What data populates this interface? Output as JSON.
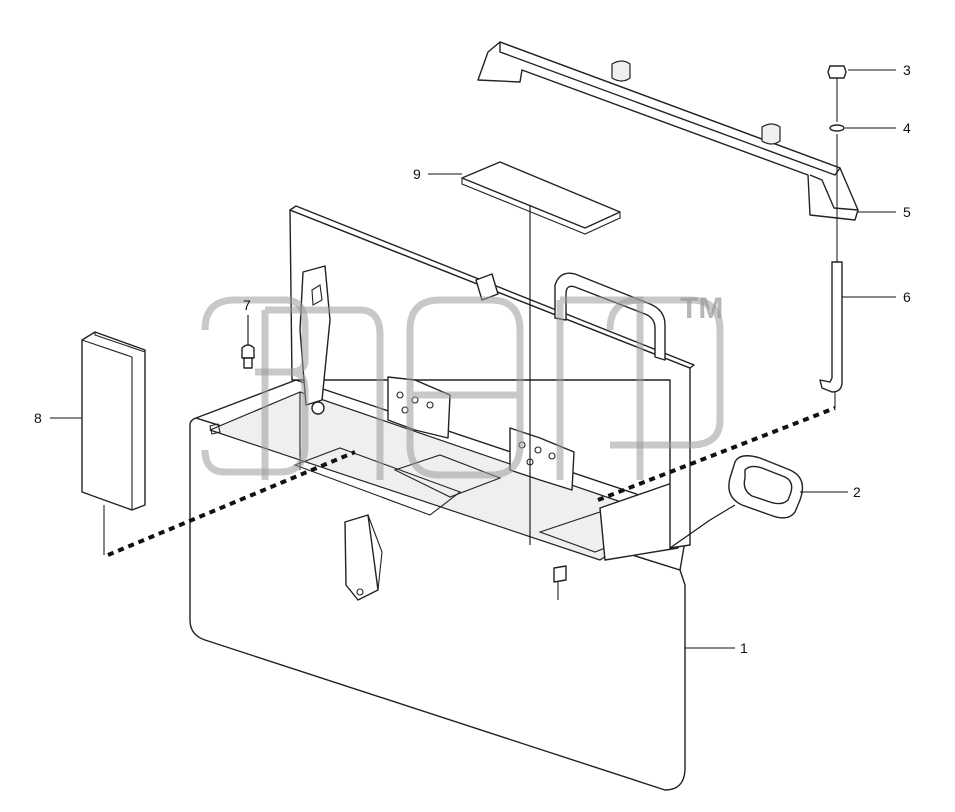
{
  "diagram": {
    "callouts": [
      {
        "id": "c1",
        "label": "1"
      },
      {
        "id": "c2",
        "label": "2"
      },
      {
        "id": "c3",
        "label": "3"
      },
      {
        "id": "c4",
        "label": "4"
      },
      {
        "id": "c5",
        "label": "5"
      },
      {
        "id": "c6",
        "label": "6"
      },
      {
        "id": "c7",
        "label": "7"
      },
      {
        "id": "c8",
        "label": "8"
      },
      {
        "id": "c9",
        "label": "9"
      }
    ],
    "watermark": {
      "text": "ЗАПД",
      "trademark": "TM"
    },
    "colors": {
      "line": "#222222",
      "watermark": "#9a9a9a",
      "background": "#ffffff"
    }
  }
}
